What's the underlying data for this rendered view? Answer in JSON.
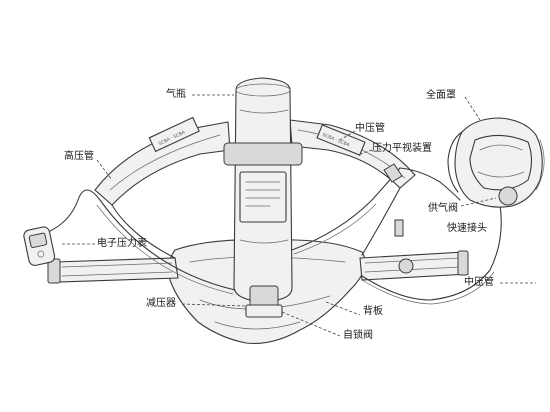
{
  "labels": {
    "cylinder": "气瓶",
    "high_pressure_hose": "高压管",
    "medium_pressure_hose_top": "中压管",
    "pressure_hud": "压力平视装置",
    "full_face_mask": "全面罩",
    "demand_valve": "供气阀",
    "quick_connector": "快速接头",
    "electronic_gauge": "电子压力表",
    "medium_pressure_hose_right": "中压管",
    "pressure_reducer": "减压器",
    "backplate": "背板",
    "self_locking_valve": "自锁阀"
  },
  "colors": {
    "ink": "#3a3a3a",
    "background": "#ffffff"
  }
}
